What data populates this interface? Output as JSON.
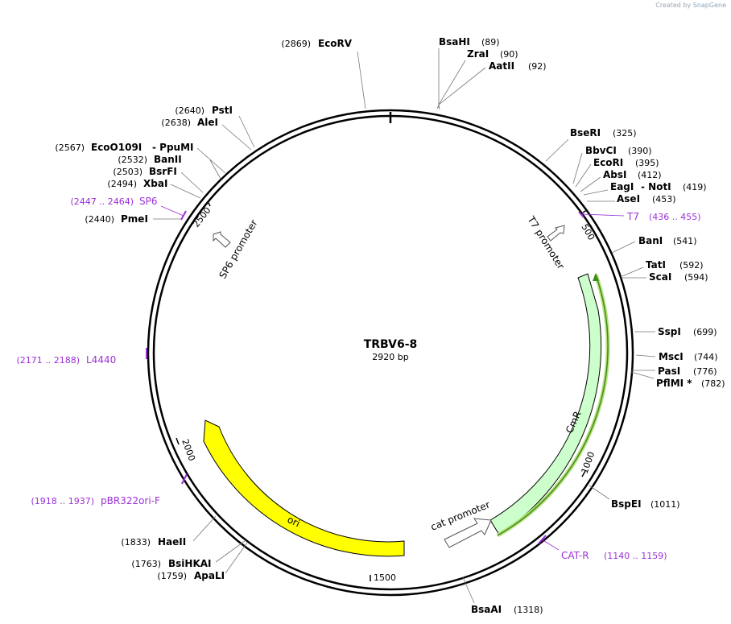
{
  "credit": {
    "prefix": "Created by",
    "brand": "SnapGene"
  },
  "plasmid": {
    "name": "TRBV6-8",
    "length": "2920 bp"
  },
  "enzymes": [
    {
      "name": "EcoRV",
      "pos": "(2869)"
    },
    {
      "name": "BsaHI",
      "pos": "(89)"
    },
    {
      "name": "ZraI",
      "pos": "(90)"
    },
    {
      "name": "AatII",
      "pos": "(92)"
    },
    {
      "name": "PstI",
      "pos": "(2640)"
    },
    {
      "name": "AleI",
      "pos": "(2638)"
    },
    {
      "name": "BseRI",
      "pos": "(325)"
    },
    {
      "name": "EcoO109I",
      "pos": "(2567)"
    },
    {
      "name": "- PpuMI",
      "pos": ""
    },
    {
      "name": "BbvCI",
      "pos": "(390)"
    },
    {
      "name": "BanII",
      "pos": "(2532)"
    },
    {
      "name": "EcoRI",
      "pos": "(395)"
    },
    {
      "name": "BsrFI",
      "pos": "(2503)"
    },
    {
      "name": "AbsI",
      "pos": "(412)"
    },
    {
      "name": "XbaI",
      "pos": "(2494)"
    },
    {
      "name": "EagI",
      "pos": "(419)"
    },
    {
      "name": "- NotI",
      "pos": ""
    },
    {
      "name": "AseI",
      "pos": "(453)"
    },
    {
      "name": "PmeI",
      "pos": "(2440)"
    },
    {
      "name": "BanI",
      "pos": "(541)"
    },
    {
      "name": "TatI",
      "pos": "(592)"
    },
    {
      "name": "ScaI",
      "pos": "(594)"
    },
    {
      "name": "SspI",
      "pos": "(699)"
    },
    {
      "name": "MscI",
      "pos": "(744)"
    },
    {
      "name": "PasI",
      "pos": "(776)"
    },
    {
      "name": "PflMI *",
      "pos": "(782)"
    },
    {
      "name": "BspEI",
      "pos": "(1011)"
    },
    {
      "name": "HaeII",
      "pos": "(1833)"
    },
    {
      "name": "BsiHKAI",
      "pos": "(1763)"
    },
    {
      "name": "ApaLI",
      "pos": "(1759)"
    },
    {
      "name": "BsaAI",
      "pos": "(1318)"
    }
  ],
  "primers": [
    {
      "name": "SP6",
      "range": "(2447 .. 2464)"
    },
    {
      "name": "T7",
      "range": "(436 .. 455)"
    },
    {
      "name": "L4440",
      "range": "(2171 .. 2188)"
    },
    {
      "name": "pBR322ori-F",
      "range": "(1918 .. 1937)"
    },
    {
      "name": "CAT-R",
      "range": "(1140 .. 1159)"
    }
  ],
  "ticks": [
    "500",
    "1000",
    "1500",
    "2000",
    "2500"
  ],
  "features": {
    "sp6_promoter": "SP6 promoter",
    "t7_promoter": "T7 promoter",
    "cat_promoter": "cat promoter",
    "cmr": "CmR",
    "ori": "ori"
  },
  "colors": {
    "primer": "#9b30d9",
    "cmr_fill": "#ccffcc",
    "ori_fill": "#ffff00",
    "orf_line": "#3d8c1e",
    "orf_glow": "#b7e07a"
  }
}
